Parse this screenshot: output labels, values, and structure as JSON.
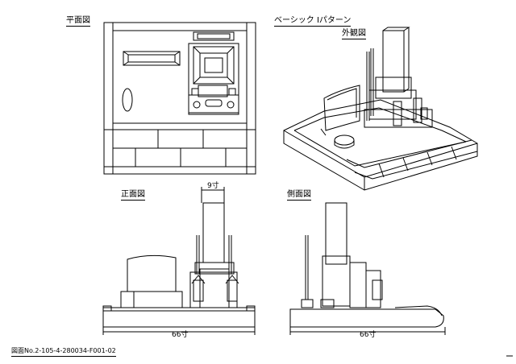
{
  "drawing": {
    "plan_label": "平面図",
    "front_label": "正面図",
    "side_label": "側面図",
    "exterior_label": "外観図",
    "pattern_title": "ベーシック Ⅰパターン",
    "dim_top": "9寸",
    "dim_front_width": "66寸",
    "dim_side_width": "66寸",
    "drawing_number": "図面No.2-105-4-280034-F001-02"
  }
}
